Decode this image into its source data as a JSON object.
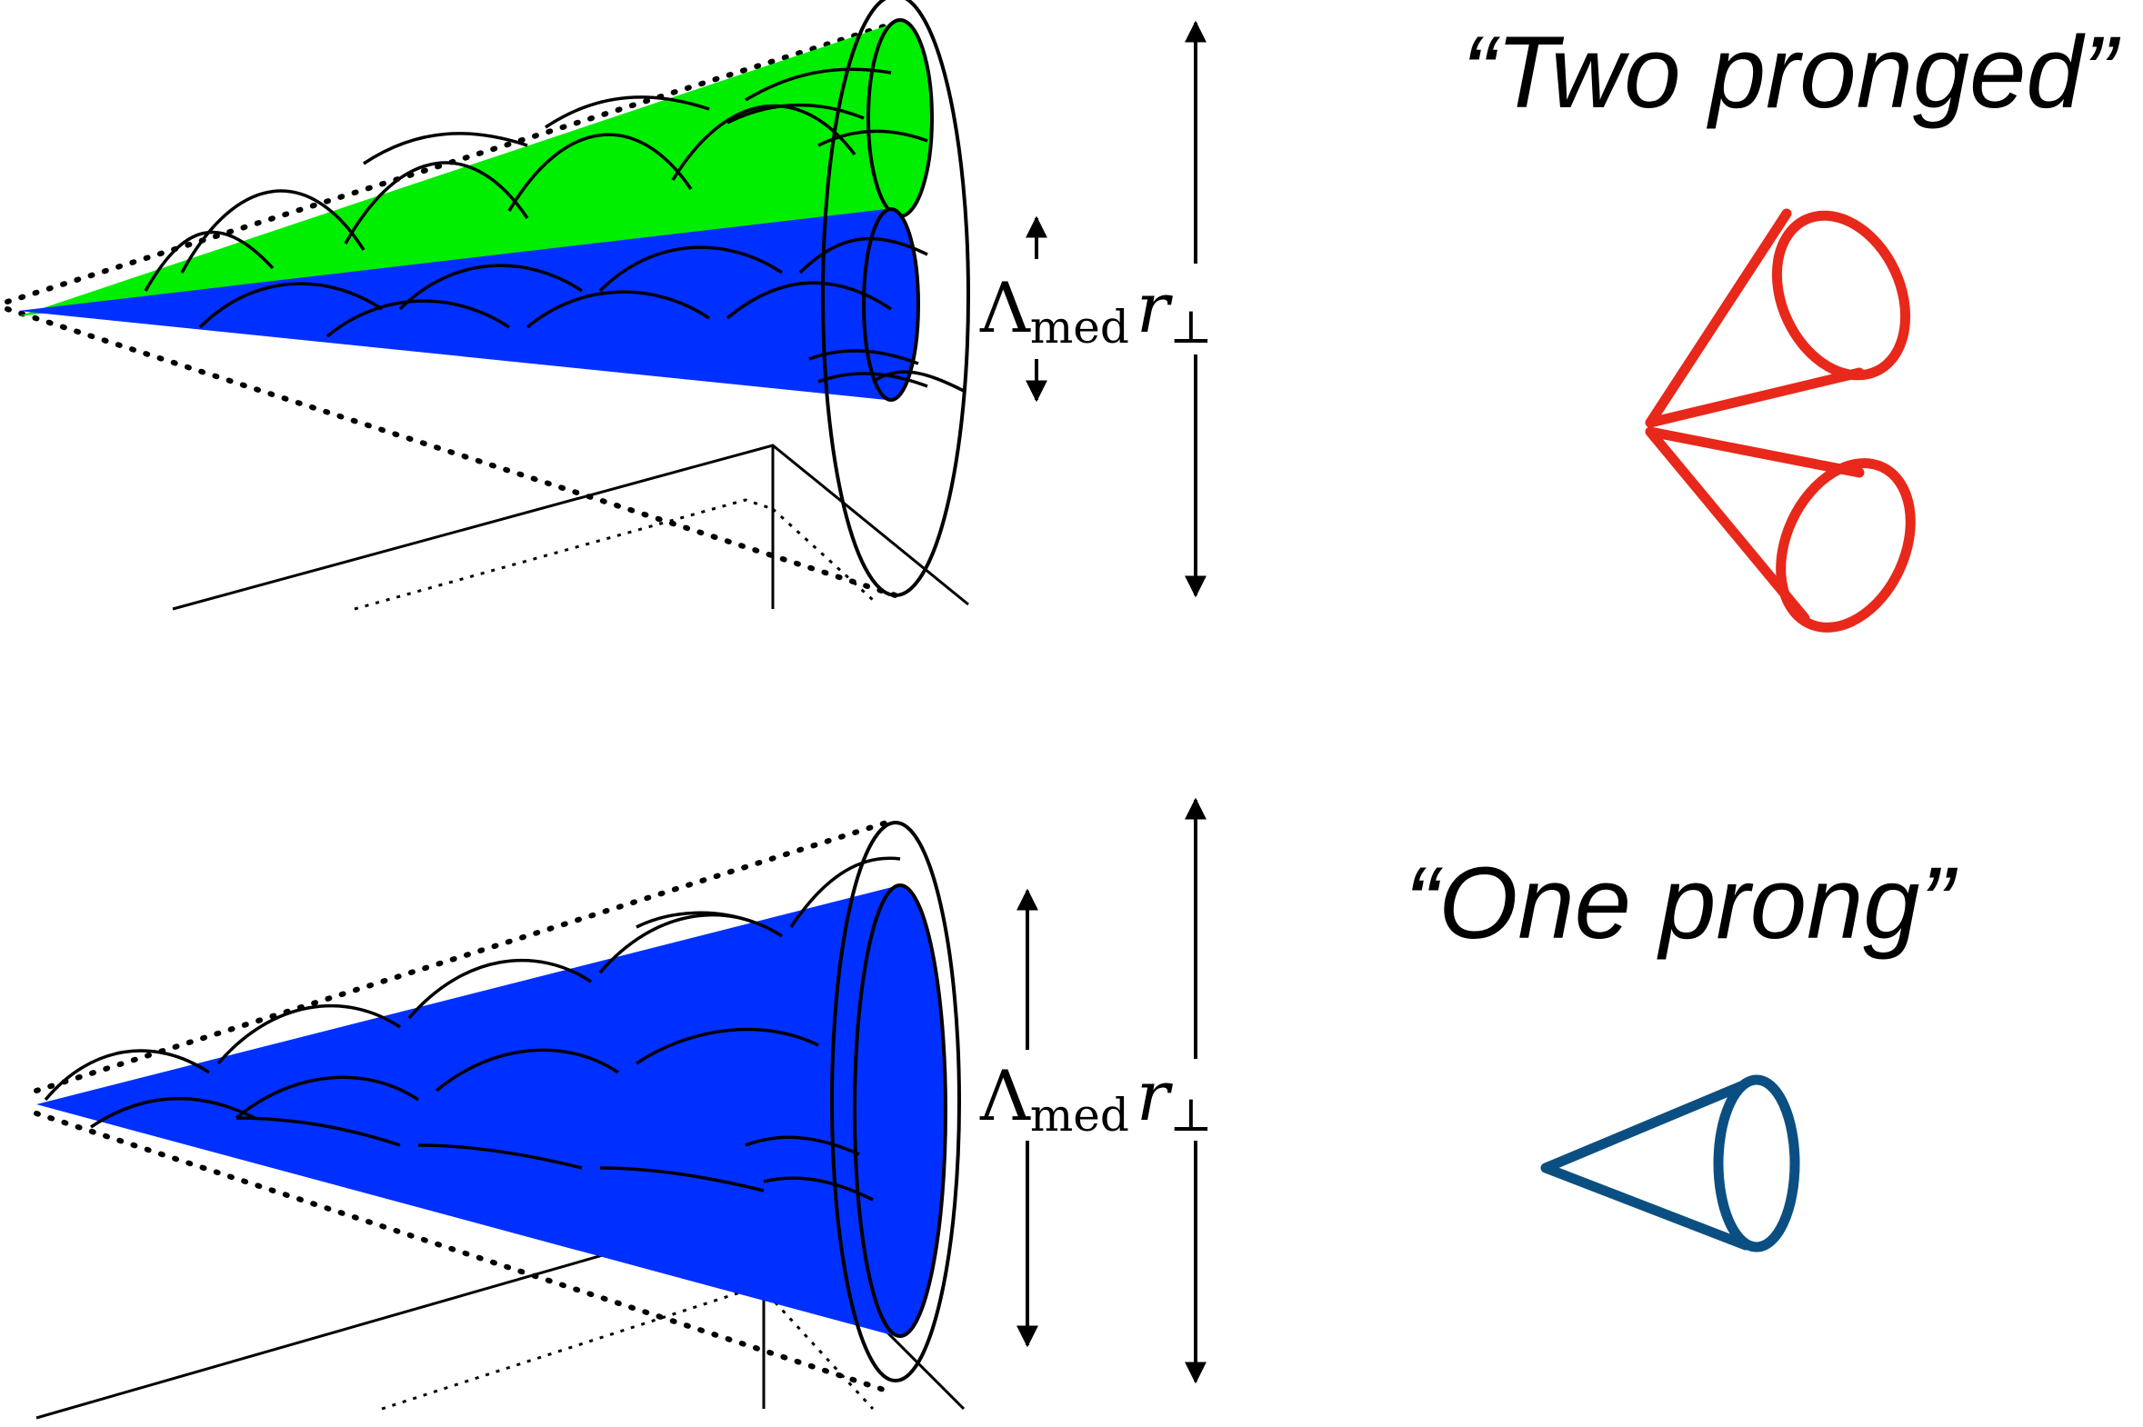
{
  "panels": [
    {
      "id": "two",
      "title": "“Two pronged”",
      "title_color": "#000000",
      "icon_color": "#e8281a",
      "inner_label": {
        "lambda": "Λ",
        "sub": "med",
        "r": "r",
        "perp": "⊥"
      },
      "outer_label": {
        "lambda": "Λ",
        "sub": "med",
        "r": "r",
        "perp": "⊥"
      },
      "cone_colors": [
        "#00ee00",
        "#0030ff"
      ]
    },
    {
      "id": "one",
      "title": "“One prong”",
      "title_color": "#000000",
      "icon_color": "#0b4f82",
      "outer_label": {
        "lambda": "Λ",
        "sub": "med",
        "r": "r",
        "perp": "⊥"
      },
      "cone_colors": [
        "#0030ff"
      ]
    }
  ]
}
